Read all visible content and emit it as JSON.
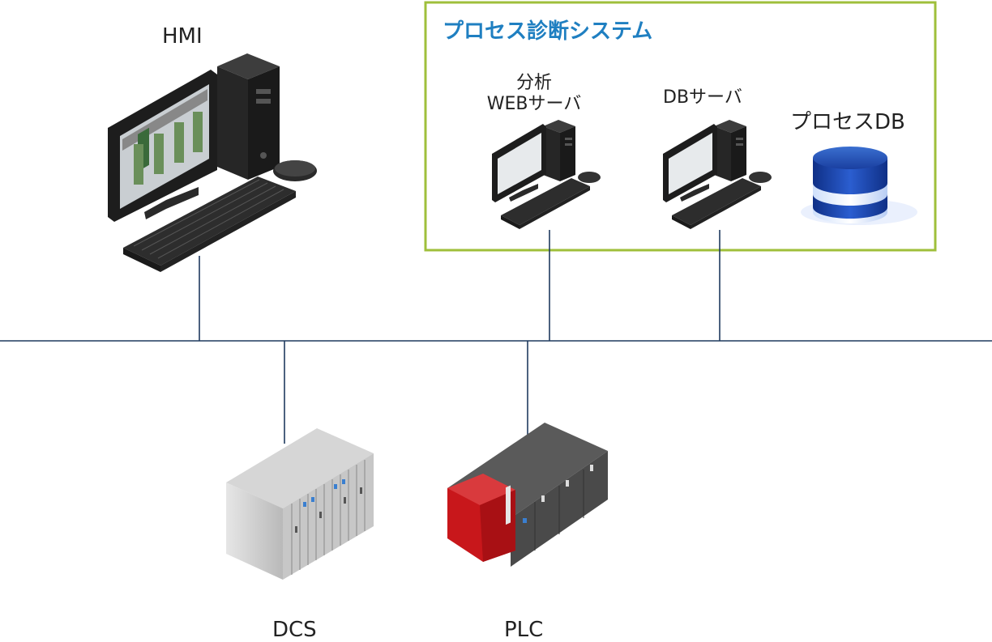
{
  "system_box": {
    "title": "プロセス診断システム",
    "border_color": "#9fbf3b"
  },
  "labels": {
    "hmi": "HMI",
    "web_server_line1": "分析",
    "web_server_line2": "WEBサーバ",
    "db_server": "DBサーバ",
    "process_db": "プロセスDB",
    "dcs": "DCS",
    "plc": "PLC"
  },
  "colors": {
    "network_line": "#1f3a5f",
    "title_blue": "#1f7fc1",
    "plc_red": "#c8171b"
  }
}
